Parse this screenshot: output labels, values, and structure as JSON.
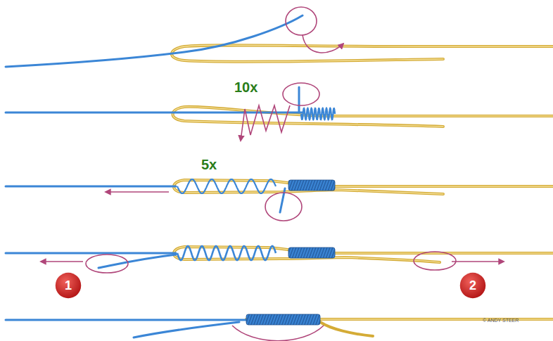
{
  "diagram": {
    "nodes": [
      {
        "text": [
          "1"
        ]
      },
      {
        "text": [
          "2"
        ]
      }
    ],
    "labels": [
      "10x",
      "5x",
      "© ANDY STEER"
    ]
  }
}
